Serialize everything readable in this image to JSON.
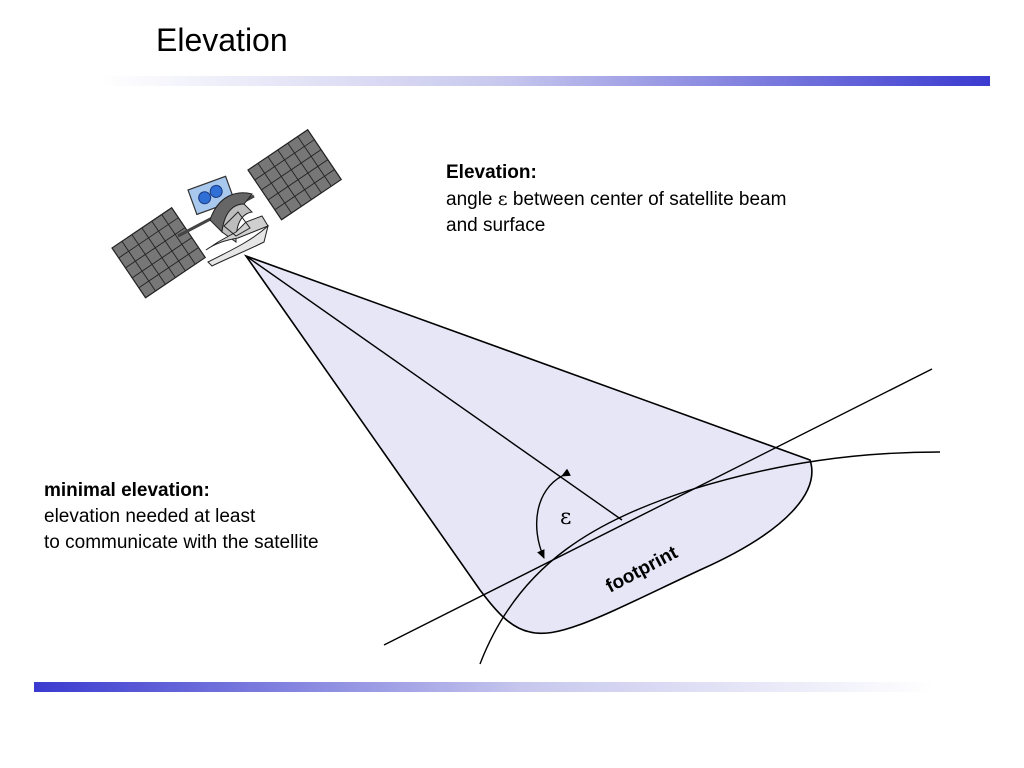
{
  "slide": {
    "title": "Elevation"
  },
  "elevation_note": {
    "heading": "Elevation:",
    "line1_prefix": "angle ",
    "symbol": "ε",
    "line1_suffix": " between center of satellite beam",
    "line2": "and surface"
  },
  "minimal_note": {
    "heading": "minimal elevation:",
    "line1": "elevation needed at least",
    "line2": "to communicate with the satellite"
  },
  "diagram": {
    "angle_label": "ε",
    "footprint_label": "footprint",
    "icons": [
      "satellite-icon"
    ],
    "colors": {
      "beam_fill": "#e6e6f7",
      "panel_fill": "#777777",
      "satellite_body": "#a9c8ee",
      "satellite_lens": "#2f6fd6",
      "rule_accent": "#3a3ad0"
    }
  }
}
